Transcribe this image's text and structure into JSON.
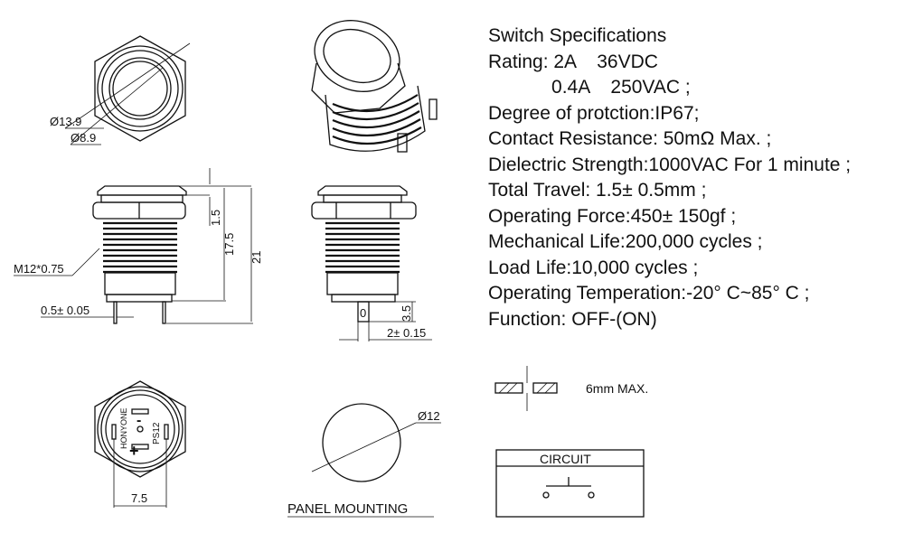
{
  "specs": {
    "title": "Switch Specifications",
    "lines": [
      "Rating: 2A    36VDC",
      "            0.4A    250VAC ;",
      "Degree of protction:IP67;",
      "Contact Resistance: 50mΩ Max. ;",
      "Dielectric Strength:1000VAC For 1 minute ;",
      "Total Travel: 1.5± 0.5mm ;",
      "Operating Force:450± 150gf ;",
      "Mechanical Life:200,000 cycles ;",
      "Load Life:10,000 cycles ;",
      "Operating Temperation:-20° C~85° C ;",
      "Function: OFF-(ON)"
    ]
  },
  "dimensions": {
    "outer_dia": "Ø13.9",
    "inner_dia": "Ø8.9",
    "thread": "M12*0.75",
    "cap_height": "1.5",
    "body_height": "17.5",
    "total_height": "21",
    "pin_width": "0.5± 0.05",
    "terminal_height": "3.5",
    "terminal_width": "2± 0.15",
    "pin_spacing": "7.5",
    "panel_hole": "Ø12",
    "panel_thickness": "6mm MAX."
  },
  "bottom_view": {
    "brand": "HONYONE",
    "model": "PS12",
    "minus": "-",
    "plus": "+"
  },
  "labels": {
    "panel_mounting": "PANEL MOUNTING",
    "circuit": "CIRCUIT"
  }
}
